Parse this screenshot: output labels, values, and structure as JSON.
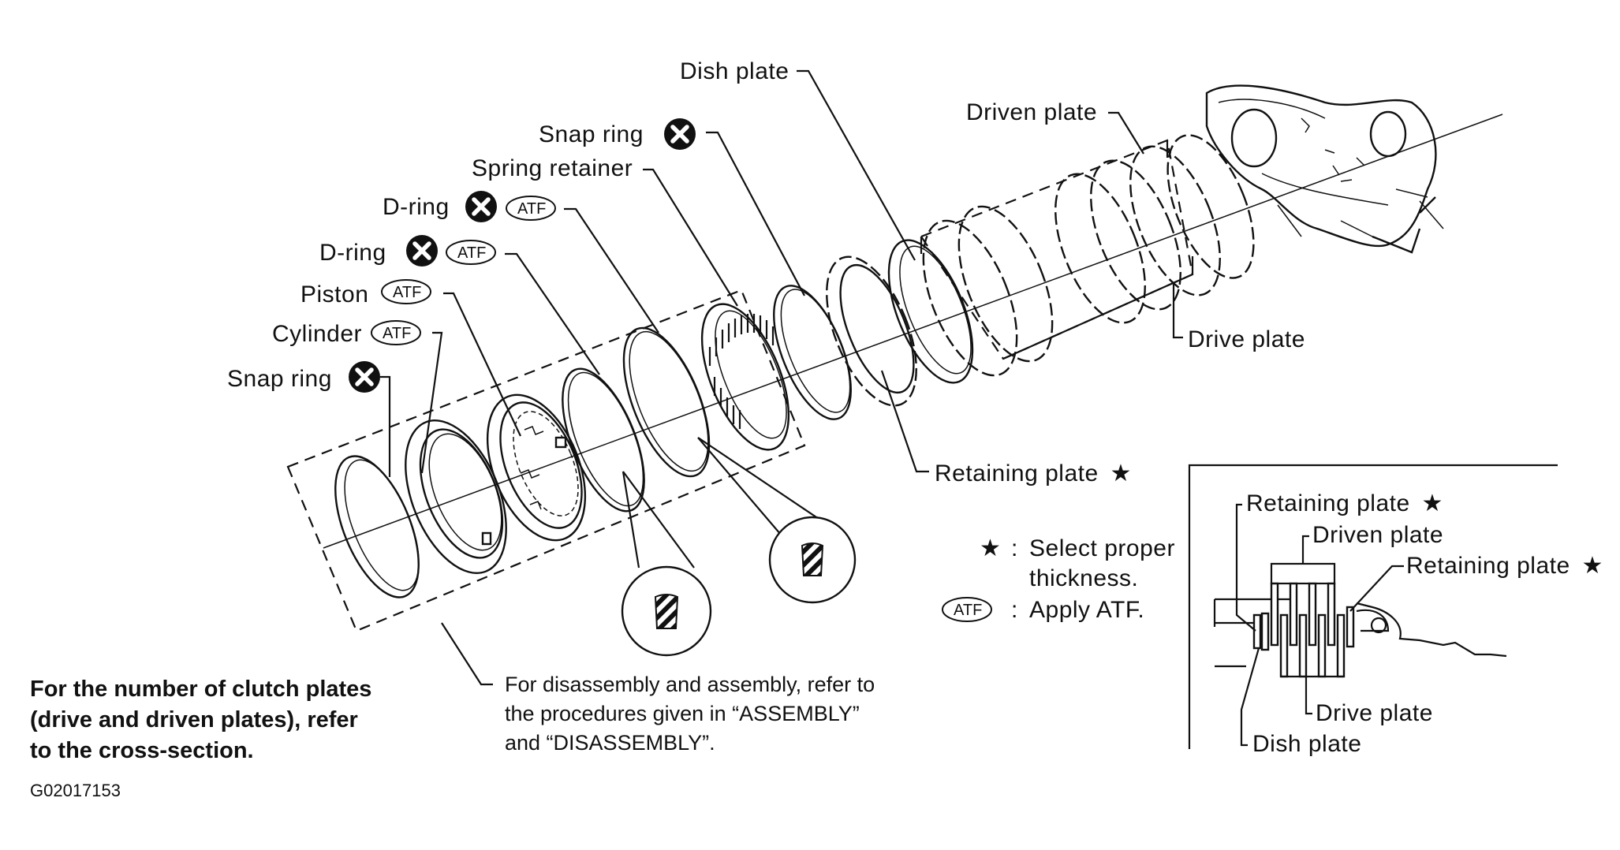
{
  "labels": {
    "snap_ring_1": "Snap ring",
    "cylinder": "Cylinder",
    "piston": "Piston",
    "d_ring_1": "D-ring",
    "d_ring_2": "D-ring",
    "spring_retainer": "Spring retainer",
    "snap_ring_2": "Snap ring",
    "dish_plate": "Dish plate",
    "driven_plate": "Driven plate",
    "drive_plate": "Drive plate",
    "retaining_plate": "Retaining plate"
  },
  "atf_badge": "ATF",
  "star_glyph": "★",
  "legend": {
    "star_line1": "Select proper",
    "star_line2": "thickness.",
    "atf_text": "Apply ATF."
  },
  "inset": {
    "retaining_plate_a": "Retaining plate",
    "driven_plate": "Driven plate",
    "retaining_plate_b": "Retaining plate",
    "drive_plate": "Drive plate",
    "dish_plate": "Dish plate"
  },
  "note": {
    "line1": "For the number of clutch plates",
    "line2": "(drive and driven plates), refer",
    "line3": "to the cross-section."
  },
  "reference": {
    "line1": "For disassembly and assembly, refer to",
    "line2": "the procedures given in “ASSEMBLY”",
    "line3": "and “DISASSEMBLY”."
  },
  "figure_id": "G02017153",
  "icons": [
    "do-not-reuse-icon",
    "atf-icon",
    "star-icon",
    "seal-section-icon"
  ]
}
